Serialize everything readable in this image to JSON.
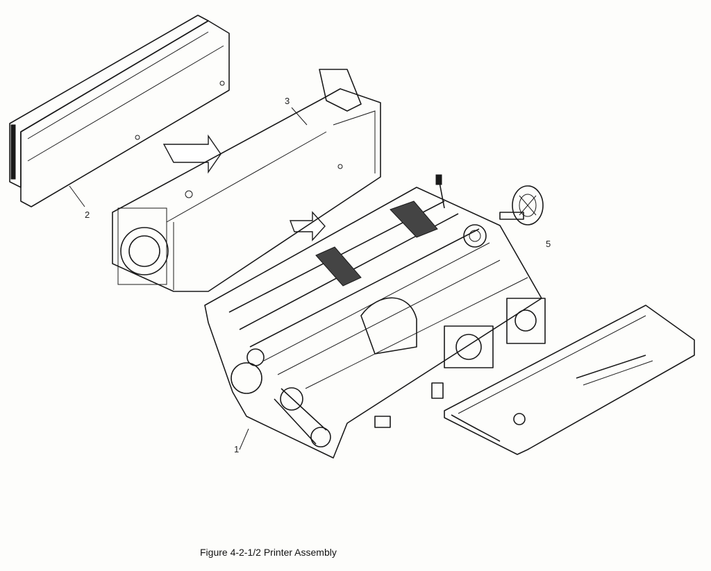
{
  "figure": {
    "caption": "Figure 4-2-1/2  Printer Assembly",
    "callouts": [
      {
        "id": "1",
        "label": "1"
      },
      {
        "id": "2",
        "label": "2"
      },
      {
        "id": "3",
        "label": "3"
      },
      {
        "id": "5",
        "label": "5"
      }
    ]
  },
  "colors": {
    "ink": "#1a1a1a",
    "paper": "#fdfdfb"
  }
}
